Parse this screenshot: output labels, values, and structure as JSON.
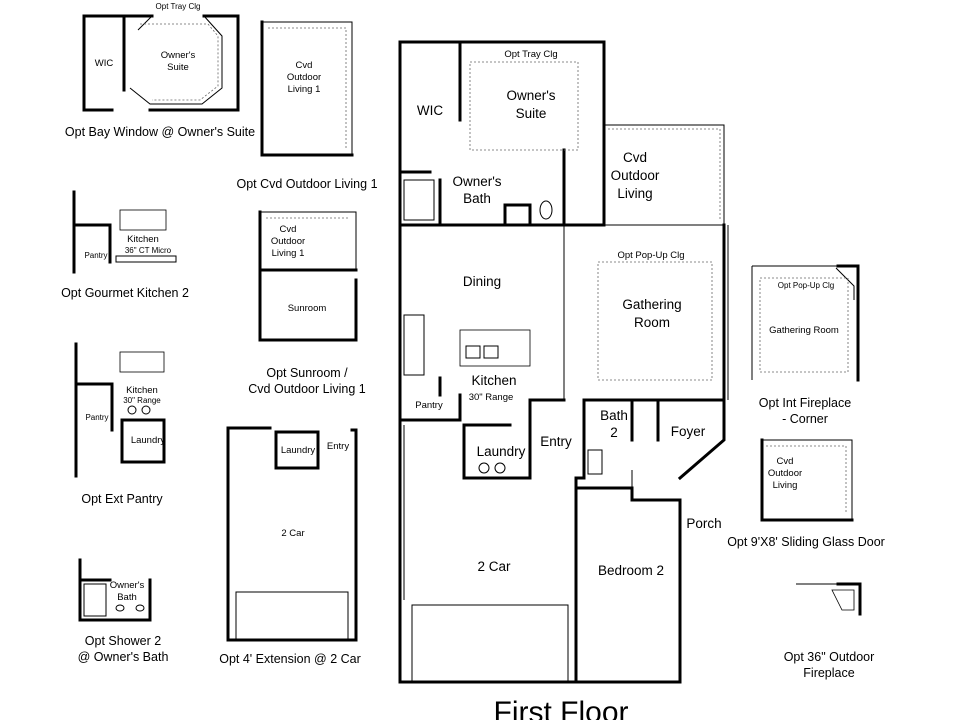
{
  "title": "First Floor",
  "main_plan": {
    "opt_tray_clg": "Opt Tray Clg",
    "wic": "WIC",
    "owners_suite": [
      "Owner's",
      "Suite"
    ],
    "owners_bath": [
      "Owner's",
      "Bath"
    ],
    "cvd_outdoor_living": [
      "Cvd",
      "Outdoor",
      "Living"
    ],
    "dining": "Dining",
    "opt_popup_clg": "Opt Pop-Up Clg",
    "gathering_room": [
      "Gathering",
      "Room"
    ],
    "kitchen": "Kitchen",
    "range": "30\" Range",
    "pantry": "Pantry",
    "bath2": [
      "Bath",
      "2"
    ],
    "foyer": "Foyer",
    "laundry": "Laundry",
    "entry": "Entry",
    "porch": "Porch",
    "two_car": "2 Car",
    "bedroom2": "Bedroom 2"
  },
  "options": {
    "bay_window": {
      "caption": "Opt Bay Window @ Owner's Suite",
      "tray": "Opt Tray Clg",
      "wic": "WIC",
      "suite": [
        "Owner's",
        "Suite"
      ]
    },
    "cvd_outdoor_1": {
      "caption": "Opt Cvd Outdoor Living 1",
      "label": [
        "Cvd",
        "Outdoor",
        "Living 1"
      ]
    },
    "gourmet_kitchen": {
      "caption": "Opt Gourmet Kitchen 2",
      "kitchen": "Kitchen",
      "micro": "36\" CT Micro",
      "pantry": "Pantry"
    },
    "sunroom": {
      "caption": [
        "Opt Sunroom /",
        "Cvd Outdoor Living 1"
      ],
      "cvd": [
        "Cvd",
        "Outdoor",
        "Living 1"
      ],
      "sunroom": "Sunroom"
    },
    "ext_pantry": {
      "caption": "Opt Ext Pantry",
      "kitchen": "Kitchen",
      "range": "30\" Range",
      "pantry": "Pantry",
      "laundry": "Laundry"
    },
    "extension_2car": {
      "caption": "Opt 4' Extension @ 2 Car",
      "laundry": "Laundry",
      "entry": "Entry",
      "car": "2 Car"
    },
    "shower2": {
      "caption": [
        "Opt Shower 2",
        "@ Owner's Bath"
      ],
      "bath": [
        "Owner's",
        "Bath"
      ]
    },
    "int_fireplace": {
      "caption": [
        "Opt Int Fireplace",
        "- Corner"
      ],
      "popup": "Opt Pop-Up Clg",
      "gathering": "Gathering Room"
    },
    "sliding_door": {
      "caption": "Opt 9'X8' Sliding Glass Door",
      "label": [
        "Cvd",
        "Outdoor",
        "Living"
      ]
    },
    "outdoor_fireplace": {
      "caption": [
        "Opt 36\" Outdoor",
        "Fireplace"
      ]
    }
  }
}
